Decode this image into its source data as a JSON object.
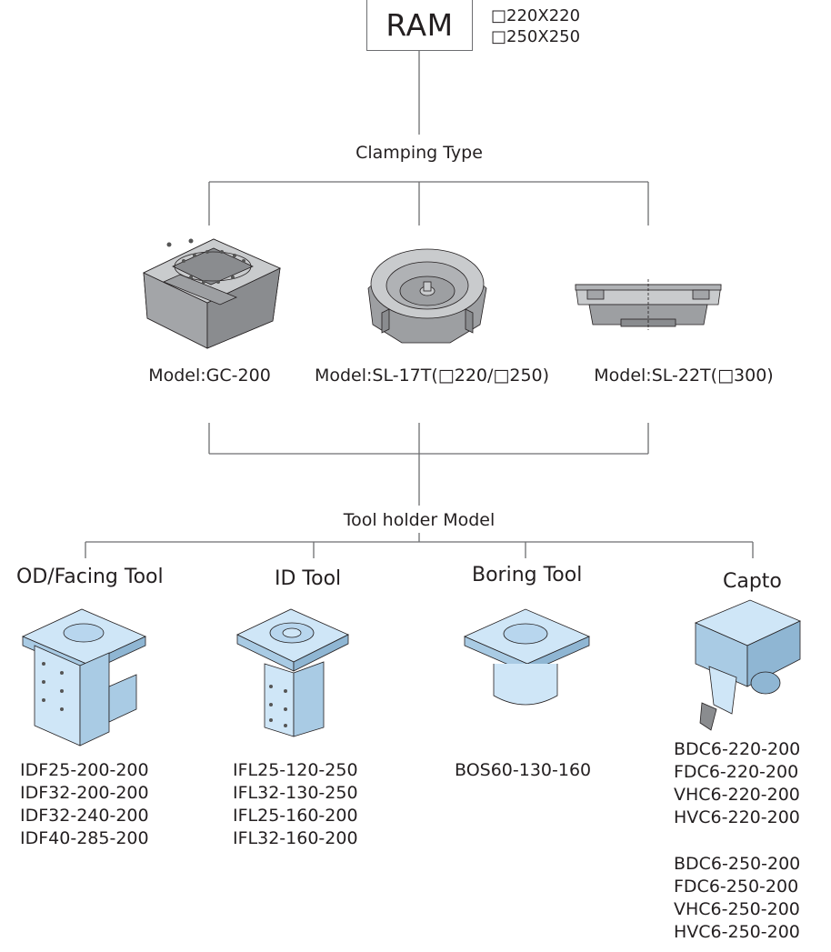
{
  "ram": {
    "title": "RAM",
    "sizes": [
      "□220X220",
      "□250X250"
    ]
  },
  "clamping": {
    "title": "Clamping Type",
    "models": [
      {
        "label": "Model:GC-200"
      },
      {
        "label": "Model:SL-17T(□220/□250)"
      },
      {
        "label": "Model:SL-22T(□300)"
      }
    ]
  },
  "toolholder": {
    "title": "Tool holder Model",
    "categories": [
      {
        "name": "OD/Facing Tool",
        "models": [
          "IDF25-200-200",
          "IDF32-200-200",
          "IDF32-240-200",
          "IDF40-285-200"
        ]
      },
      {
        "name": "ID Tool",
        "models": [
          "IFL25-120-250",
          "IFL32-130-250",
          "IFL25-160-200",
          "IFL32-160-200"
        ]
      },
      {
        "name": "Boring Tool",
        "models": [
          "BOS60-130-160"
        ]
      },
      {
        "name": "Capto",
        "models": [
          "BDC6-220-200",
          "FDC6-220-200",
          "VHC6-220-200",
          "HVC6-220-200"
        ],
        "models_b": [
          "BDC6-250-200",
          "FDC6-250-200",
          "VHC6-250-200",
          "HVC6-250-200"
        ]
      }
    ]
  },
  "colors": {
    "line": "#6d6e71",
    "steel": "#b9bbbe",
    "steel_dark": "#8a8c8f",
    "tool": "#cfe6f7",
    "tool_dark": "#8fb6d3",
    "outline": "#231f20"
  }
}
